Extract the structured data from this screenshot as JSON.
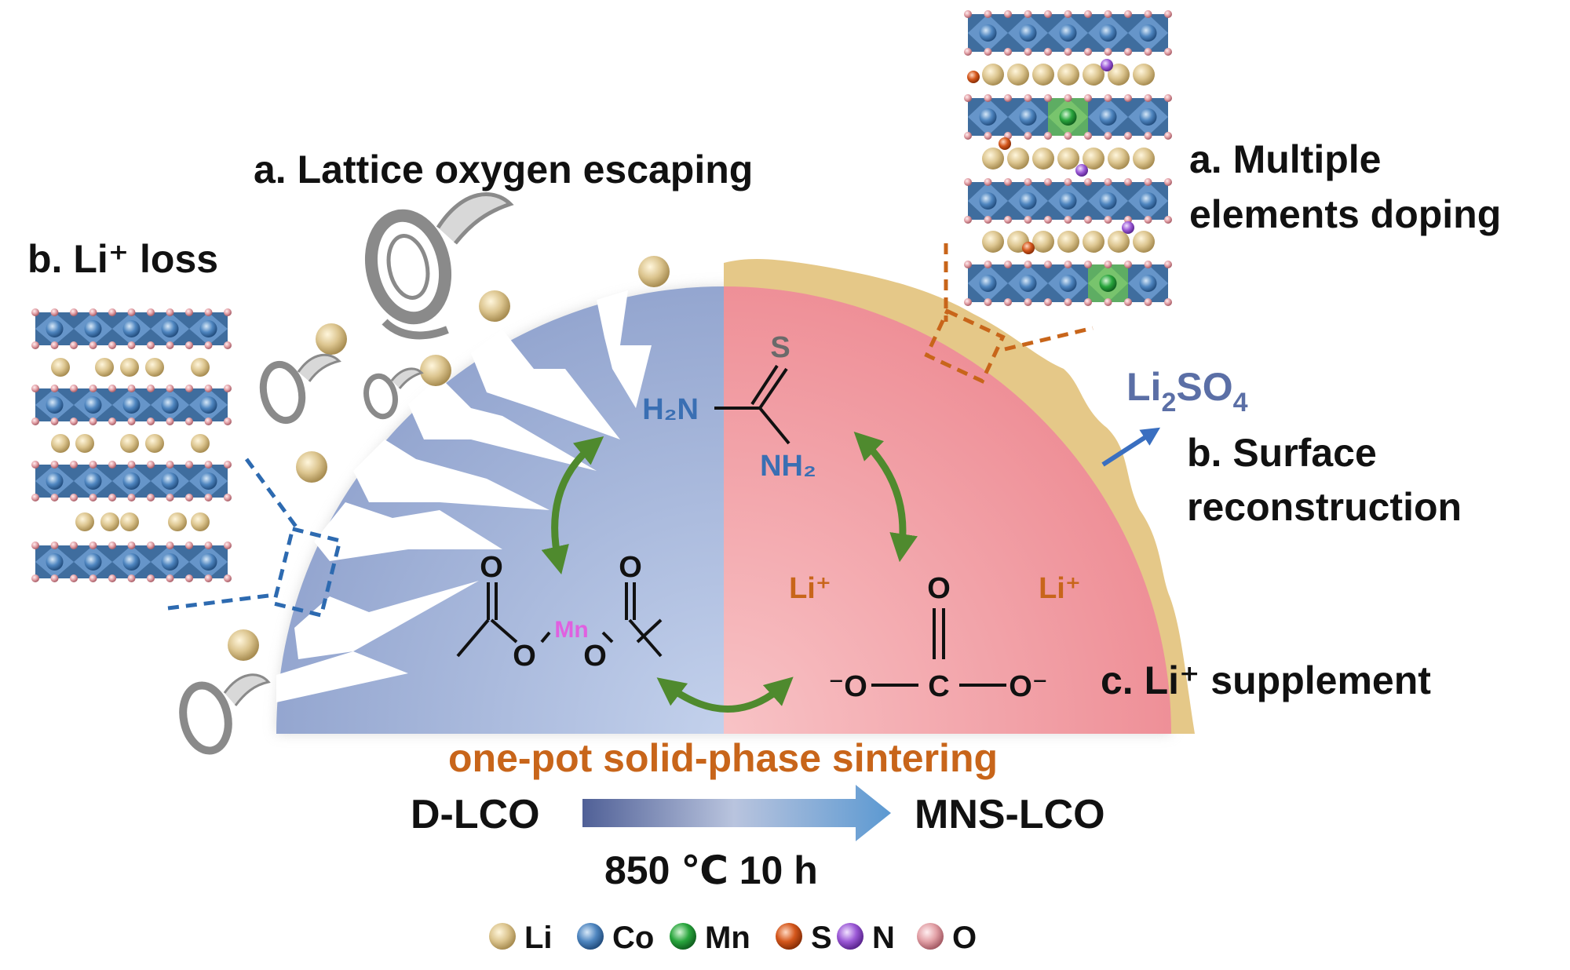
{
  "labels": {
    "lattice_oxygen": "a. Lattice oxygen escaping",
    "li_loss": "b. Li⁺ loss",
    "doping_line1": "a. Multiple",
    "doping_line2": "elements doping",
    "surface_line1": "b. Surface",
    "surface_line2": "reconstruction",
    "li_supplement": "c. Li⁺ supplement",
    "li2so4_main": "Li",
    "li2so4_sub1": "2",
    "li2so4_mid": "SO",
    "li2so4_sub2": "4",
    "process": "one-pot solid-phase sintering",
    "from": "D-LCO",
    "to": "MNS-LCO",
    "condition": "850 ℃ 10 h"
  },
  "molecules": {
    "thiourea": {
      "s": "S",
      "h2n": "H₂N",
      "nh2": "NH₂"
    },
    "acetate": {
      "o_top_left": "O",
      "o_top_right": "O",
      "o_left": "O",
      "o_right": "O",
      "mn": "Mn"
    },
    "carbonate": {
      "o_top": "O",
      "c": "C",
      "o_left": "⁻O",
      "o_right": "O⁻"
    },
    "li_ion_left": "Li⁺",
    "li_ion_right": "Li⁺"
  },
  "legend": [
    {
      "label": "Li",
      "color": "#dcc58f"
    },
    {
      "label": "Co",
      "color": "#4f86c0"
    },
    {
      "label": "Mn",
      "color": "#29a63d"
    },
    {
      "label": "S",
      "color": "#d4571c"
    },
    {
      "label": "N",
      "color": "#9b59d6"
    },
    {
      "label": "O",
      "color": "#e2a0a6"
    }
  ],
  "colors": {
    "blue_half": "#a9b9da",
    "red_half": "#f09aa0",
    "coating": "#e5c888",
    "orange_text": "#c8651a",
    "blue_text": "#3a6fb3",
    "arrow_green": "#4f8a2e",
    "mn_pink": "#e060e0",
    "li2so4": "#5b6fa6"
  }
}
